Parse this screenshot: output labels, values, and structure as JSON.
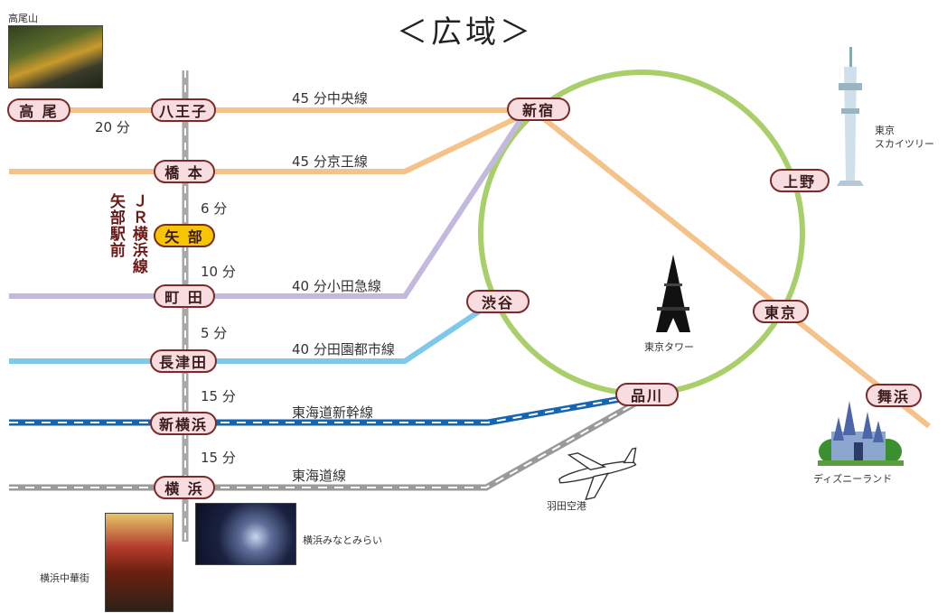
{
  "title": "＜広域＞",
  "stations": {
    "takao": "高 尾",
    "hachioji": "八王子",
    "hashimoto": "橋 本",
    "yabe": "矢 部",
    "machida": "町 田",
    "nagatsuta": "長津田",
    "shinyokohama": "新横浜",
    "yokohama": "横 浜",
    "shinjuku": "新宿",
    "shibuya": "渋谷",
    "shinagawa": "品川",
    "tokyo": "東京",
    "ueno": "上野",
    "maihama": "舞浜"
  },
  "line_labels": {
    "chuo": "45 分中央線",
    "keio": "45 分京王線",
    "odakyu": "40 分小田急線",
    "denentoshi": "40 分田園都市線",
    "shinkansen": "東海道新幹線",
    "tokaido": "東海道線"
  },
  "times": {
    "takao_hachioji": "20 分",
    "hashimoto_yabe": "6 分",
    "yabe_machida": "10 分",
    "machida_nagatsuta": "5 分",
    "nagatsuta_shinyokohama": "15 分",
    "shinyokohama_yokohama": "15 分"
  },
  "jr_label": {
    "line": "ＪＲ横浜線",
    "station": "矢部駅前"
  },
  "landmarks": {
    "takaosan": "高尾山",
    "skytree": "東京\nスカイツリー",
    "tokyo_tower": "東京タワー",
    "disney": "ディズニーランド",
    "haneda": "羽田空港",
    "minatomirai": "横浜みなとみらい",
    "chukagai": "横浜中華街"
  },
  "colors": {
    "chuo_keio": "#f5c28a",
    "odakyu": "#c3b9de",
    "denentoshi": "#7ec8ec",
    "shinkansen": "#1565b0",
    "tokaido": "#9a9a9a",
    "yamanote": "#a8cf6a",
    "yokohama_line": "#a7a7a7",
    "station_fill": "#f7dde0",
    "station_border": "#7a2b2b",
    "highlight": "#f6c400"
  }
}
